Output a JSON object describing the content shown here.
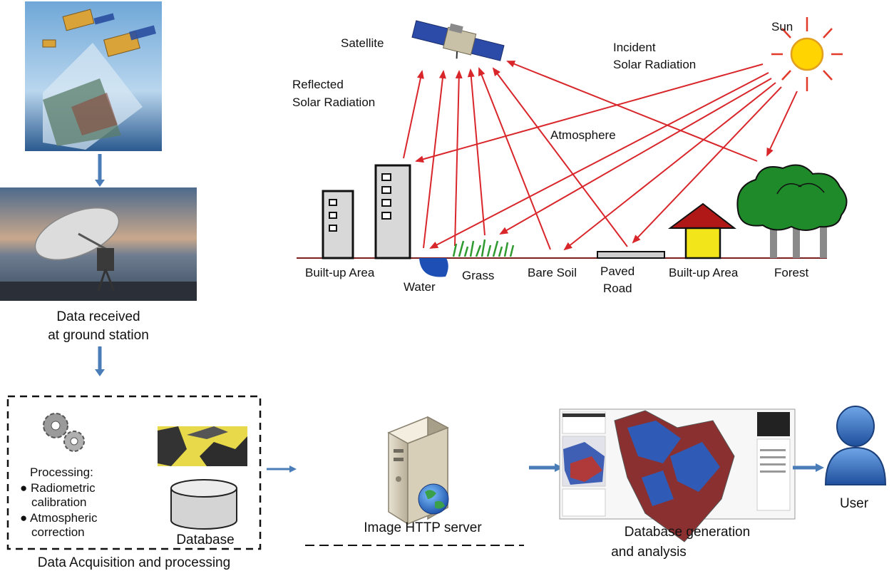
{
  "labels": {
    "satellite": "Satellite",
    "sun": "Sun",
    "incident_1": "Incident",
    "incident_2": "Solar Radiation",
    "reflected_1": "Reflected",
    "reflected_2": "Solar Radiation",
    "atmosphere": "Atmosphere",
    "builtup_left": "Built-up Area",
    "water": "Water",
    "grass": "Grass",
    "bare_soil": "Bare Soil",
    "paved_1": "Paved",
    "paved_2": "Road",
    "builtup_right": "Built-up Area",
    "forest": "Forest",
    "ground_1": "Data received",
    "ground_2": "at ground station",
    "processing": "Processing:",
    "radiometric_1": "● Radiometric",
    "radiometric_2": "calibration",
    "atmospheric_1": "● Atmospheric",
    "atmospheric_2": "correction",
    "database": "Database",
    "acquisition": "Data Acquisition and processing",
    "http_server": "Image HTTP server",
    "dbgen_1": "Database generation",
    "dbgen_2": "and analysis",
    "user": "User"
  },
  "colors": {
    "arrow_red": "#d9262b",
    "flow_blue": "#4a7db8",
    "water_blue": "#1d4fb5",
    "grass_green": "#2f9a2f",
    "tree_green": "#1f8a2a",
    "house_yellow": "#f2e61a",
    "roof_red": "#b01818",
    "sun_yellow": "#ffd400"
  }
}
